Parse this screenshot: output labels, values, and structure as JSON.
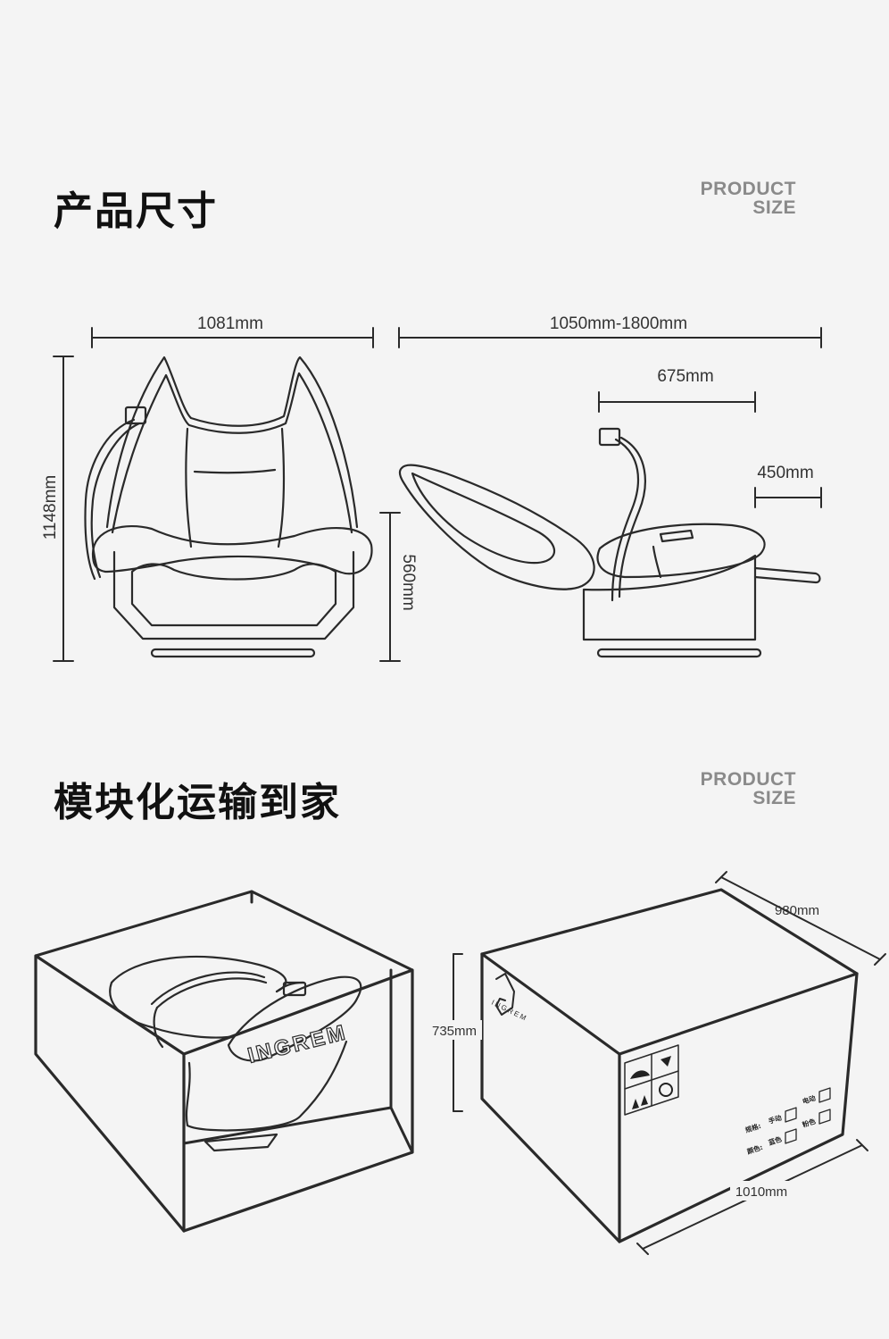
{
  "section_size": {
    "title": "产品尺寸",
    "tag_line1": "PRODUCT",
    "tag_line2": "SIZE",
    "dims": {
      "front_width": "1081mm",
      "front_height": "1148mm",
      "seat_height": "560mm",
      "side_length": "1050mm-1800mm",
      "side_upper": "675mm",
      "side_footrest": "450mm"
    }
  },
  "section_shipping": {
    "title": "模块化运输到家",
    "tag_line1": "PRODUCT",
    "tag_line2": "SIZE",
    "dims": {
      "box_depth": "980mm",
      "box_height": "735mm",
      "box_width": "1010mm"
    },
    "brand_open": "INGREM",
    "brand_box": "INGREM",
    "box_labels": {
      "spec": "规格:",
      "manual": "手动",
      "electric": "电动",
      "color": "颜色:",
      "blue": "蓝色",
      "pink": "粉色"
    }
  },
  "colors": {
    "background": "#f4f4f4",
    "line": "#2a2a2a",
    "tag_gray": "#8a8a8a"
  }
}
